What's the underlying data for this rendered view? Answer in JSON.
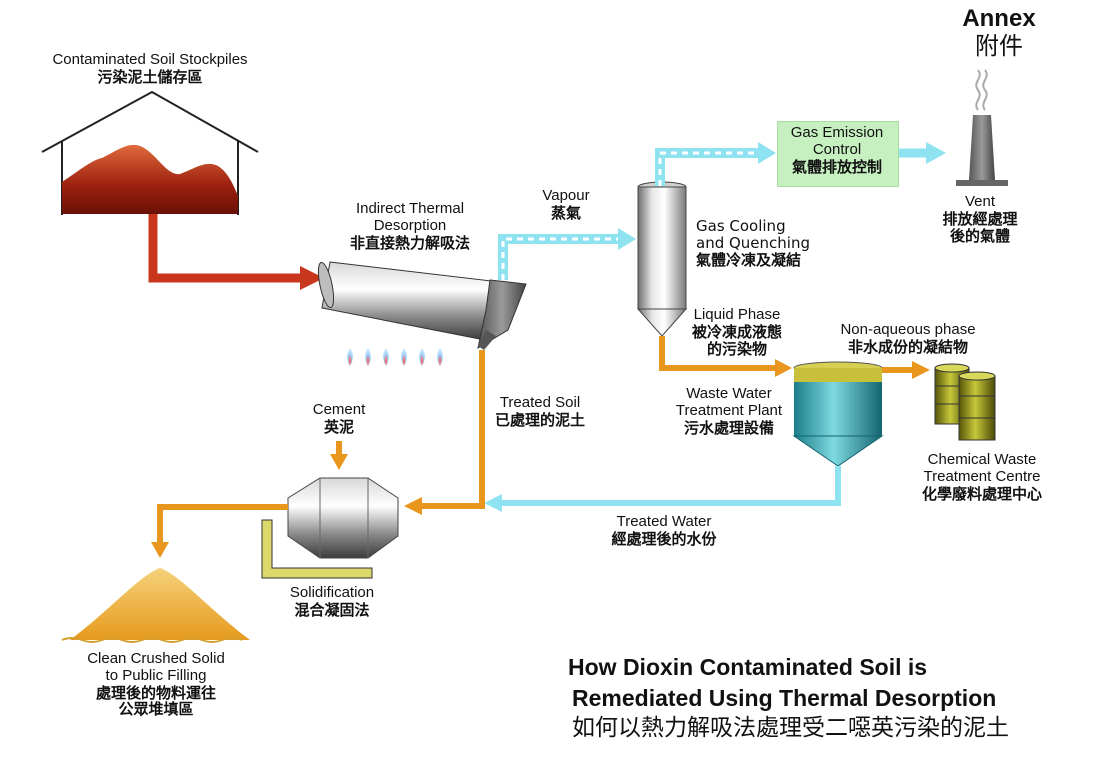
{
  "annex": {
    "en": "Annex",
    "zh": "附件"
  },
  "stockpiles": {
    "en": "Contaminated Soil Stockpiles",
    "zh": "污染泥土儲存區"
  },
  "desorption": {
    "en1": "Indirect Thermal",
    "en2": "Desorption",
    "zh": "非直接熱力解吸法"
  },
  "vapour": {
    "en": "Vapour",
    "zh": "蒸氣"
  },
  "gas_cooling": {
    "en1": "Gas Cooling",
    "en2": "and Quenching",
    "zh": "氣體冷凍及凝結"
  },
  "gas_emission": {
    "en1": "Gas Emission",
    "en2": "Control",
    "zh": "氣體排放控制"
  },
  "vent": {
    "en": "Vent",
    "zh1": "排放經處理",
    "zh2": "後的氣體"
  },
  "liquid_phase": {
    "en": "Liquid Phase",
    "zh1": "被冷凍成液態",
    "zh2": "的污染物"
  },
  "non_aqueous": {
    "en": "Non-aqueous phase",
    "zh": "非水成份的凝結物"
  },
  "waste_water": {
    "en1": "Waste Water",
    "en2": "Treatment Plant",
    "zh": "污水處理設備"
  },
  "chemical_waste": {
    "en1": "Chemical Waste",
    "en2": "Treatment Centre",
    "zh": "化學廢料處理中心"
  },
  "treated_soil": {
    "en": "Treated Soil",
    "zh": "已處理的泥土"
  },
  "cement": {
    "en": "Cement",
    "zh": "英泥"
  },
  "treated_water": {
    "en": "Treated Water",
    "zh": "經處理後的水份"
  },
  "solidification": {
    "en": "Solidification",
    "zh": "混合凝固法"
  },
  "clean_solid": {
    "en1": "Clean Crushed Solid",
    "en2": "to Public Filling",
    "zh1": "處理後的物料運往",
    "zh2": "公眾堆填區"
  },
  "title": {
    "en1": "How Dioxin Contaminated Soil is",
    "en2": "Remediated Using Thermal Desorption",
    "zh": "如何以熱力解吸法處理受二噁英污染的泥土"
  },
  "colors": {
    "soil_arrow": "#c8361b",
    "process_arrow": "#e8961e",
    "vapour_arrow": "#8fe3f0",
    "gas_box": "#c7f0c1"
  }
}
